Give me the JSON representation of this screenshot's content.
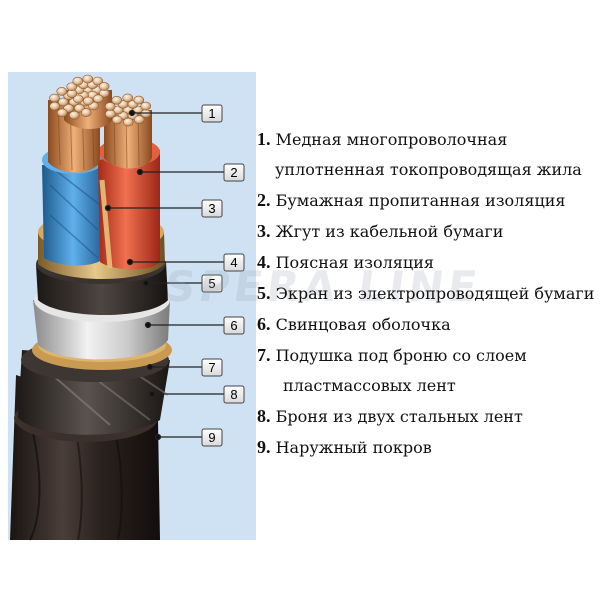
{
  "watermark": "SPERA LINE",
  "callouts": [
    "1",
    "2",
    "3",
    "4",
    "5",
    "6",
    "7",
    "8",
    "9"
  ],
  "legend": [
    {
      "num": "1.",
      "lines": [
        "Медная многопроволочная",
        "уплотненная токопроводящая жила"
      ]
    },
    {
      "num": "2.",
      "lines": [
        "Бумажная пропитанная изоляция"
      ]
    },
    {
      "num": "3.",
      "lines": [
        "Жгут из кабельной бумаги"
      ]
    },
    {
      "num": "4.",
      "lines": [
        "Поясная изоляция"
      ]
    },
    {
      "num": "5.",
      "lines": [
        "Экран из электропроводящей бумаги"
      ]
    },
    {
      "num": "6.",
      "lines": [
        "Свинцовая оболочка"
      ]
    },
    {
      "num": "7.",
      "lines": [
        "Подушка под броню со слоем",
        "пластмассовых лент"
      ]
    },
    {
      "num": "8.",
      "lines": [
        "Броня из двух стальных лент"
      ]
    },
    {
      "num": "9.",
      "lines": [
        "Наружный покров"
      ]
    }
  ],
  "colors": {
    "panel_bg": "#cfe2f3",
    "copper": "#c8743a",
    "blue_insulation": "#3c8fcf",
    "red_insulation": "#d9482f",
    "lead_sheath": "#d8d8d8",
    "outer_cover": "#2a2320"
  }
}
